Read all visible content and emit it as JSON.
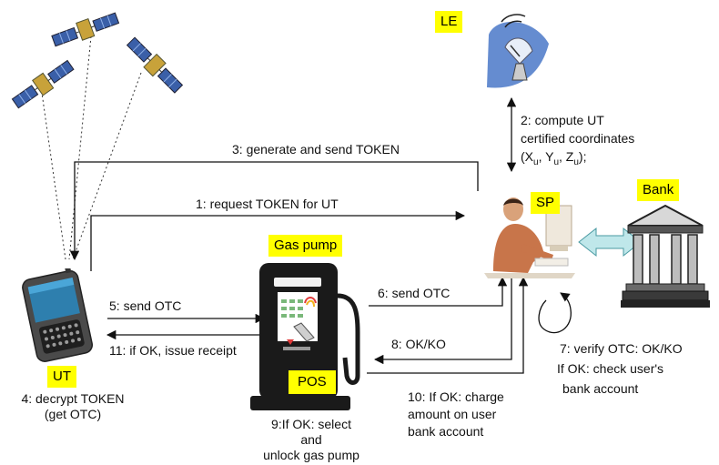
{
  "colors": {
    "tag_bg": "#ffff00",
    "arrow": "#111111",
    "dish": "#4a78c8",
    "pump_body": "#1a1a1a",
    "bank_building": "#8a8a8a",
    "link_arrow": "#bfe7ea"
  },
  "entities": {
    "le": "LE",
    "sp": "SP",
    "bank": "Bank",
    "gas_pump": "Gas pump",
    "pos": "POS",
    "ut": "UT"
  },
  "icons": {
    "satellites": "satellite-icon",
    "le": "satellite-dish-icon",
    "sp": "operator-person-icon",
    "bank": "bank-building-icon",
    "pump": "gas-pump-icon",
    "ut": "pda-device-icon"
  },
  "steps": {
    "s1": "1: request TOKEN for UT",
    "s2": {
      "line1": "2: compute UT",
      "line2": "certified coordinates",
      "line3": "(X",
      "x_sub": "u",
      "sep1": ", Y",
      "y_sub": "u",
      "sep2": ", Z",
      "z_sub": "u",
      "end": ");"
    },
    "s3": "3: generate and send TOKEN",
    "s4": {
      "line1": "4: decrypt TOKEN",
      "line2": "(get OTC)"
    },
    "s5": "5: send OTC",
    "s6": "6: send OTC",
    "s7": {
      "line1": "7: verify OTC: OK/KO",
      "line2": "If OK: check user's",
      "line3": "bank account"
    },
    "s8": "8: OK/KO",
    "s9": {
      "line1": "9:If OK: select",
      "line2": "and",
      "line3": "unlock gas pump"
    },
    "s10": {
      "line1": "10: If OK: charge",
      "line2": "amount on user",
      "line3": "bank account"
    },
    "s11": "11: if OK, issue receipt"
  }
}
